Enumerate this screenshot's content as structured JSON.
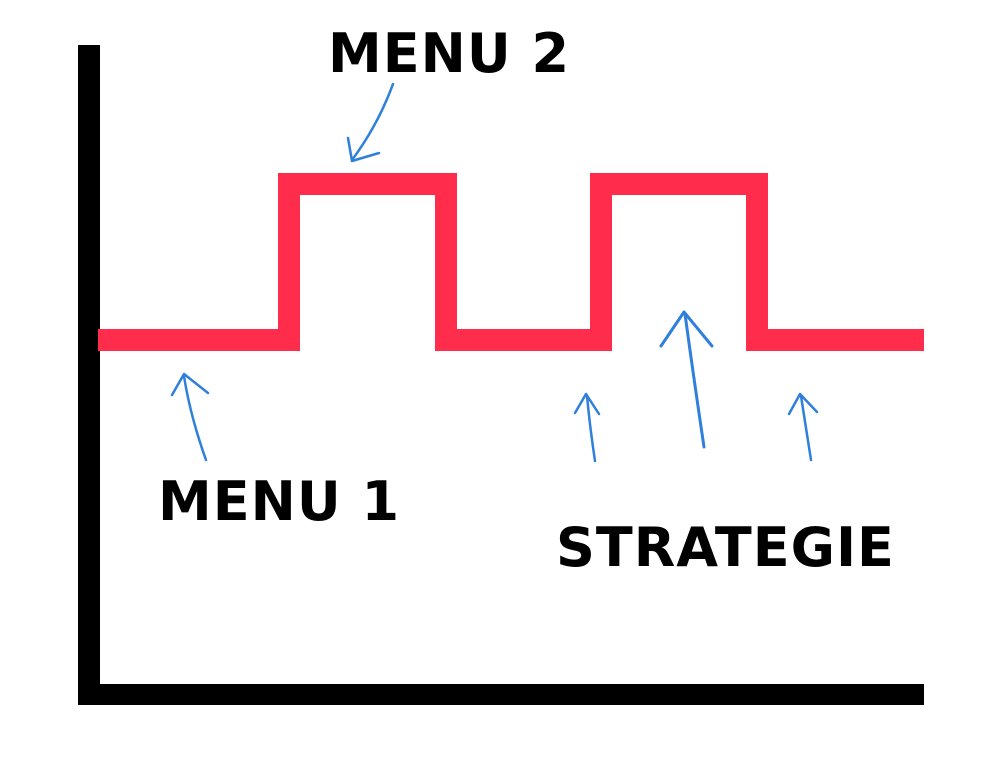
{
  "labels": {
    "menu_2": "MENU 2",
    "menu_1": "MENU 1",
    "strategie": "STRATEGIE"
  },
  "colors": {
    "axes": "#000000",
    "step_line": "#ff2d4b",
    "arrows": "#2f7fdc",
    "background": "#ffffff"
  }
}
